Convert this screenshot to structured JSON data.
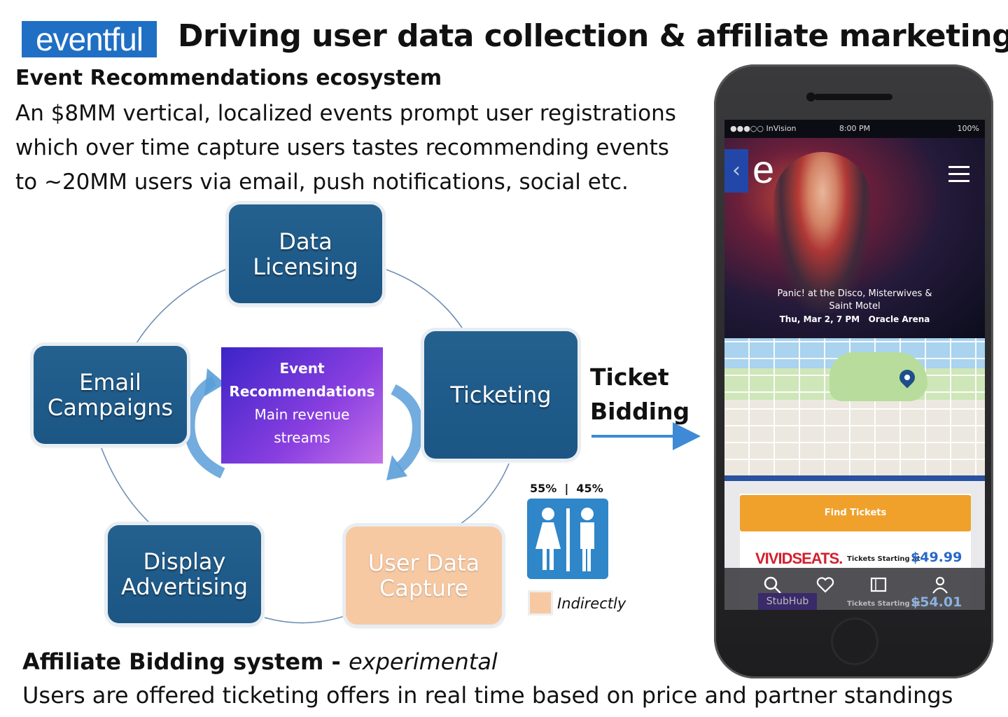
{
  "header": {
    "logo": "eventful",
    "title": "Driving user data collection & affiliate marketing"
  },
  "ecosystem": {
    "heading": "Event Recommendations ecosystem",
    "lines": [
      "An $8MM vertical, localized events prompt user registrations",
      "which over time capture users tastes recommending events",
      "to ~20MM users via email, push notifications, social etc."
    ]
  },
  "diagram": {
    "nodes": {
      "data_licensing": [
        "Data",
        "Licensing"
      ],
      "ticketing": [
        "Ticketing"
      ],
      "user_data_capture": [
        "User Data",
        "Capture"
      ],
      "display_advertising": [
        "Display",
        "Advertising"
      ],
      "email_campaigns": [
        "Email",
        "Campaigns"
      ]
    },
    "center": {
      "title_1": "Event",
      "title_2": "Recommendations",
      "sub_1": "Main revenue",
      "sub_2": "streams"
    },
    "ticket_bidding": [
      "Ticket",
      "Bidding"
    ],
    "gender_split": "55%  |  45%",
    "legend": "Indirectly",
    "colors": {
      "node": "#1f5a88",
      "indirect": "#f7c9a3",
      "center_from": "#3b24c8",
      "center_to": "#c472e8",
      "arrow": "#3e8ad6"
    }
  },
  "affiliate": {
    "heading": "Affiliate Bidding system -",
    "heading_italic": "experimental",
    "text": "Users are offered ticketing offers in real time based on price and partner standings"
  },
  "phone": {
    "status": {
      "carrier": "●●●○○ InVision",
      "time": "8:00 PM",
      "battery": "100%"
    },
    "event": {
      "name_1": "Panic! at the Disco, Misterwives &",
      "name_2": "Saint Motel",
      "when": "Thu, Mar 2, 7 PM   Oracle Arena"
    },
    "find_tickets": "Find Tickets",
    "offers": [
      {
        "vendor": "VIVIDSEATS.",
        "label": "Tickets Starting at",
        "price": "$49.99"
      },
      {
        "vendor": "StubHub",
        "label": "Tickets Starting at",
        "price": "$54.01"
      }
    ]
  }
}
